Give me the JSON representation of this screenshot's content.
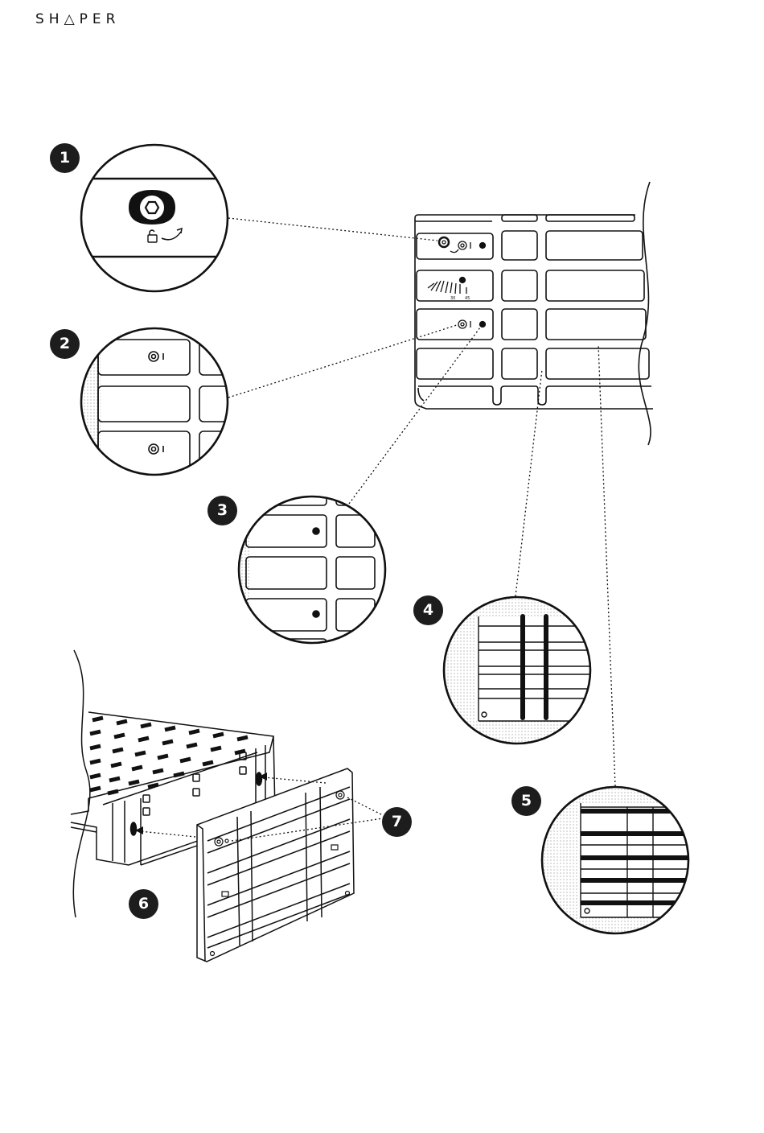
{
  "brand": {
    "name": "SHAPER",
    "logo_text": "SH△PER"
  },
  "callouts": [
    {
      "id": "1",
      "label": "1"
    },
    {
      "id": "2",
      "label": "2"
    },
    {
      "id": "3",
      "label": "3"
    },
    {
      "id": "4",
      "label": "4"
    },
    {
      "id": "5",
      "label": "5"
    },
    {
      "id": "6",
      "label": "6"
    },
    {
      "id": "7",
      "label": "7"
    }
  ],
  "gauge": {
    "tick_labels": [
      "30",
      "45"
    ]
  },
  "colors": {
    "ink": "#111111",
    "badge": "#1d1d1d",
    "paper": "#ffffff",
    "stipple": "#9a9a9a"
  },
  "icons": [
    "hex-bolt-icon",
    "unlock-icon",
    "curved-arrow-icon",
    "screw-icon"
  ]
}
